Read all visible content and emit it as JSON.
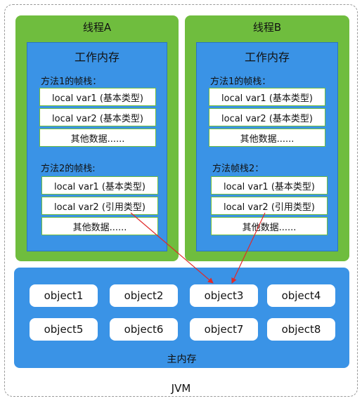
{
  "jvm_label": "JVM",
  "threads": [
    {
      "title": "线程A",
      "work_memory_title": "工作内存",
      "frame1_label": "方法1的帧栈：",
      "frame1_items": [
        "local var1 (基本类型)",
        "local var2 (基本类型)",
        "其他数据......"
      ],
      "frame2_label": "方法2的帧栈:",
      "frame2_items": [
        "local var1 (基本类型)",
        "local var2 (引用类型)",
        "其他数据......"
      ]
    },
    {
      "title": "线程B",
      "work_memory_title": "工作内存",
      "frame1_label": "方法1的帧栈：",
      "frame1_items": [
        "local var1 (基本类型)",
        "local var2 (基本类型)",
        "其他数据......"
      ],
      "frame2_label": "方法帧栈2：",
      "frame2_items": [
        "local var1 (基本类型)",
        "local var2 (引用类型)",
        "其他数据......"
      ]
    }
  ],
  "main_memory": {
    "title": "主内存",
    "objects": [
      "object1",
      "object2",
      "object3",
      "object4",
      "object5",
      "object6",
      "object7",
      "object8"
    ]
  },
  "references": [
    {
      "from": "线程A.local var2 (引用类型)",
      "to": "object3"
    },
    {
      "from": "线程B.local var2 (引用类型)",
      "to": "object3"
    }
  ],
  "colors": {
    "thread_bg": "#6fbd3e",
    "memory_bg": "#3a93e6",
    "cell_border": "#6fbd3e",
    "arrow": "#e02a2a"
  }
}
